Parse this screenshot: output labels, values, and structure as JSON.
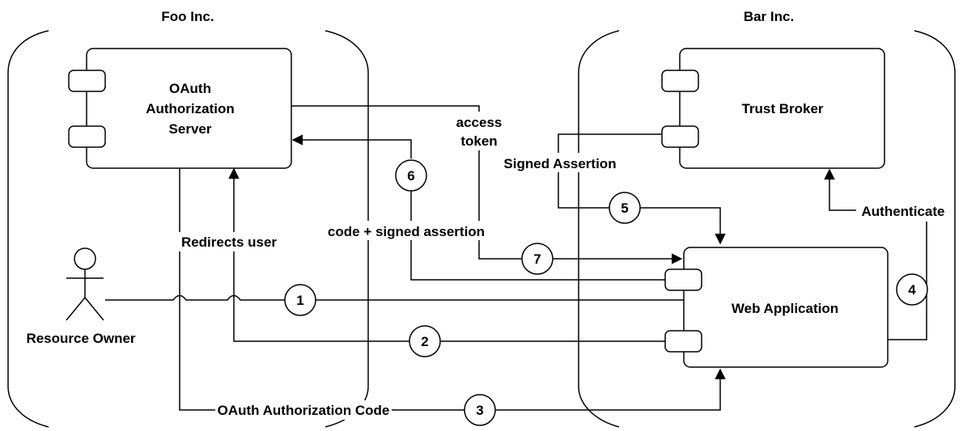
{
  "orgs": {
    "foo": "Foo Inc.",
    "bar": "Bar Inc."
  },
  "components": {
    "oauth_server": [
      "OAuth",
      "Authorization",
      "Server"
    ],
    "trust_broker": "Trust Broker",
    "web_app": "Web Application"
  },
  "actor": {
    "resource_owner": "Resource Owner"
  },
  "labels": {
    "access_token": [
      "access",
      "token"
    ],
    "signed_assertion": "Signed Assertion",
    "code_signed_assertion": "code + signed assertion",
    "redirects_user": "Redirects user",
    "authenticate": "Authenticate",
    "oauth_code": "OAuth Authorization Code"
  },
  "steps": [
    "1",
    "2",
    "3",
    "4",
    "5",
    "6",
    "7"
  ]
}
